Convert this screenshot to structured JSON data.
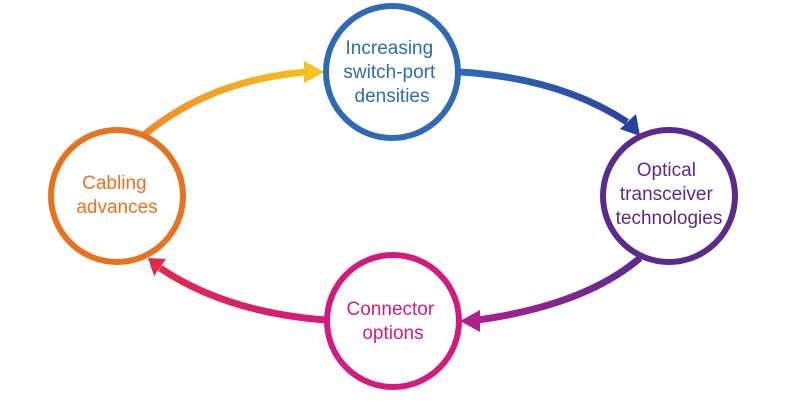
{
  "diagram": {
    "nodes": [
      {
        "id": "switch-port",
        "lines": [
          "Increasing",
          "switch-port",
          "densities"
        ],
        "color": "#2e6bb5"
      },
      {
        "id": "optical",
        "lines": [
          "Optical",
          "transceiver",
          "technologies"
        ],
        "color": "#5b2a8e"
      },
      {
        "id": "connector",
        "lines": [
          "Connector",
          "options"
        ],
        "color": "#d41a7e"
      },
      {
        "id": "cabling",
        "lines": [
          "Cabling",
          "advances"
        ],
        "color": "#e8721d"
      }
    ],
    "arrows": [
      {
        "from": "cabling",
        "to": "switch-port",
        "color_start": "#f08a2a",
        "color_end": "#f5c21a"
      },
      {
        "from": "switch-port",
        "to": "optical",
        "color_start": "#2e6bb5",
        "color_end": "#2b3f9e"
      },
      {
        "from": "optical",
        "to": "connector",
        "color_start": "#5b2a8e",
        "color_end": "#b0208e"
      },
      {
        "from": "connector",
        "to": "cabling",
        "color_start": "#d41a7e",
        "color_end": "#e3284a"
      }
    ]
  }
}
